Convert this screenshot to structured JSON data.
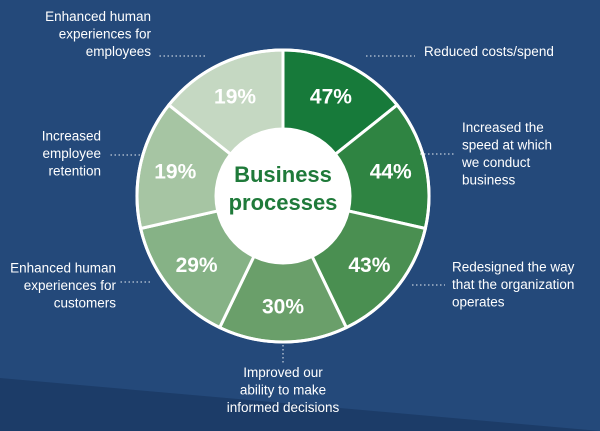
{
  "chart_data": {
    "type": "pie",
    "center_label": [
      "Business",
      "processes"
    ],
    "slices": [
      {
        "label": [
          "Reduced costs/spend"
        ],
        "value": 47,
        "display": "47%",
        "color": "#177a3a"
      },
      {
        "label": [
          "Increased the",
          "speed at which",
          "we conduct",
          "business"
        ],
        "value": 44,
        "display": "44%",
        "color": "#2f8442"
      },
      {
        "label": [
          "Redesigned the way",
          "that the organization",
          "operates"
        ],
        "value": 43,
        "display": "43%",
        "color": "#4a8f51"
      },
      {
        "label": [
          "Improved our",
          "ability to make",
          "informed decisions"
        ],
        "value": 30,
        "display": "30%",
        "color": "#6a9f6a"
      },
      {
        "label": [
          "Enhanced human",
          "experiences for",
          "customers"
        ],
        "value": 29,
        "display": "29%",
        "color": "#86b286"
      },
      {
        "label": [
          "Increased",
          "employee",
          "retention"
        ],
        "value": 19,
        "display": "19%",
        "color": "#a6c5a3"
      },
      {
        "label": [
          "Enhanced human",
          "experiences for",
          "employees"
        ],
        "value": 19,
        "display": "19%",
        "color": "#c5d8c2"
      }
    ]
  },
  "colors": {
    "background": "#24497a",
    "background_shade": "#1c3c68",
    "center": "#ffffff",
    "center_text": "#1f7a3a"
  }
}
